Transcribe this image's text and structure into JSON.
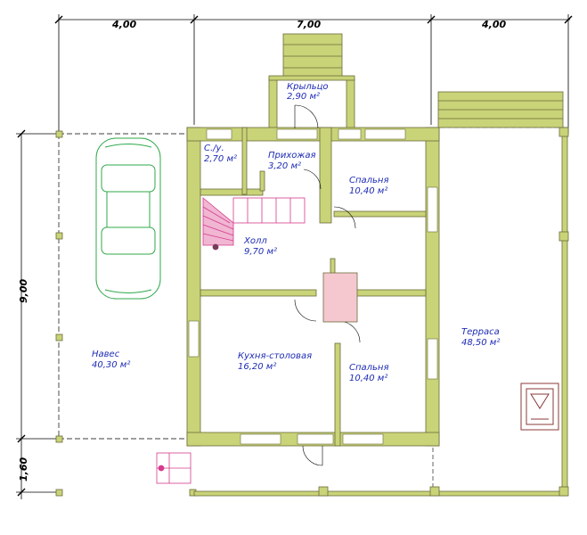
{
  "colors": {
    "wall": "#c9d378",
    "wall_stroke": "#6b6b3a",
    "room_label": "#1d2bb5",
    "car": "#2fa84a",
    "stair": "#d63a8c",
    "stove": "#f5c8cf",
    "porch": "#c9d378",
    "dimension": "#000000"
  },
  "dimensions": {
    "top_left": "4,00",
    "top_middle": "7,00",
    "top_right": "4,00",
    "left_main": "9,00",
    "left_bottom": "1,60"
  },
  "rooms": [
    {
      "name": "Крыльцо",
      "area": "2,90 м²"
    },
    {
      "name": "С./у.",
      "area": "2,70 м²"
    },
    {
      "name": "Прихожая",
      "area": "3,20 м²"
    },
    {
      "name": "Спальня",
      "area": "10,40 м²"
    },
    {
      "name": "Холл",
      "area": "9,70 м²"
    },
    {
      "name": "Навес",
      "area": "40,30 м²"
    },
    {
      "name": "Кухня-столовая",
      "area": "16,20 м²"
    },
    {
      "name": "Спальня",
      "area": "10,40 м²"
    },
    {
      "name": "Терраса",
      "area": "48,50 м²"
    }
  ],
  "icons": {
    "car": "car-icon",
    "stairs": "stairs-icon",
    "stove": "stove-icon",
    "porch_steps": "porch-steps-icon",
    "terrace_steps": "terrace-steps-icon",
    "bbq": "bbq-icon",
    "bench": "bench-icon"
  }
}
